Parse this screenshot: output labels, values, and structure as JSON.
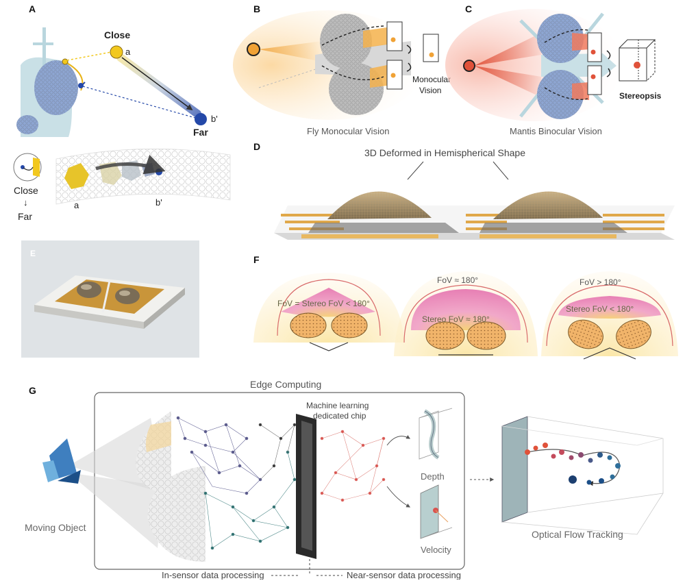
{
  "panels": {
    "a": {
      "label": "A",
      "close": "Close",
      "far": "Far",
      "point_a": "a",
      "point_b": "b'",
      "close_far_close": "Close",
      "close_far_arrow": "↓",
      "close_far_far": "Far",
      "strip_a": "a",
      "strip_b": "b'"
    },
    "b": {
      "label": "B",
      "side_text_1": "Monocular",
      "side_text_2": "Vision",
      "caption": "Fly Monocular Vision"
    },
    "c": {
      "label": "C",
      "side_text": "Stereopsis",
      "caption": "Mantis Binocular Vision"
    },
    "d": {
      "label": "D",
      "title": "3D Deformed in Hemispherical Shape"
    },
    "e": {
      "label": "E"
    },
    "f": {
      "label": "F",
      "left": "FoV = Stereo FoV < 180°",
      "middle_top": "FoV ≈ 180°",
      "middle_bottom": "Stereo FoV ≈ 180°",
      "right_top": "FoV > 180°",
      "right_bottom": "Stereo FoV < 180°"
    },
    "g": {
      "label": "G",
      "title": "Edge Computing",
      "chip_1": "Machine learning",
      "chip_2": "dedicated chip",
      "depth": "Depth",
      "velocity": "Velocity",
      "moving_object": "Moving Object",
      "tracking": "Optical Flow Tracking",
      "in_sensor": "In-sensor data processing",
      "near_sensor": "Near-sensor data processing"
    }
  },
  "colors": {
    "yellow": "#f2c81e",
    "blue": "#2448a8",
    "orange": "#f0a236",
    "red": "#e0523a",
    "pink": "#e77fb4",
    "gold": "#c99a3c"
  }
}
